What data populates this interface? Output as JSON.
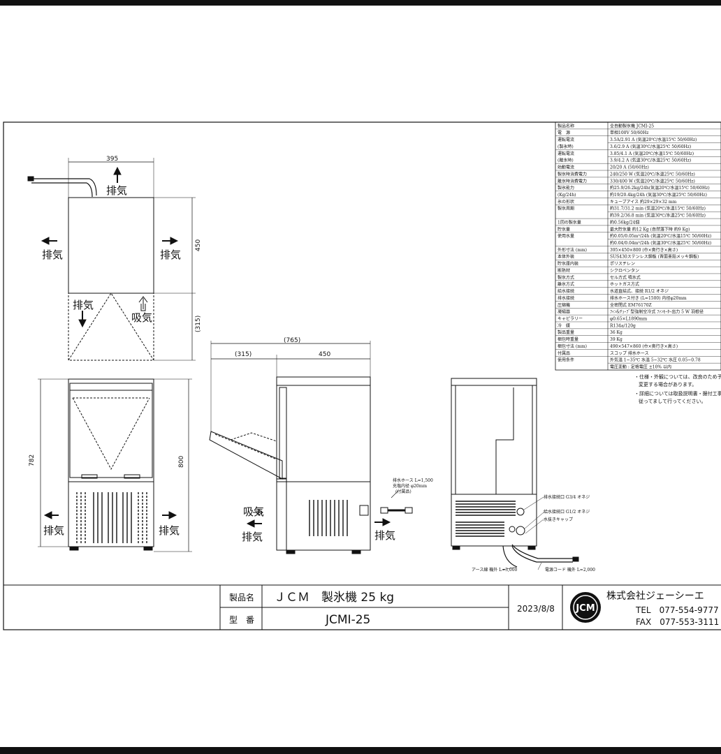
{
  "dimensions": {
    "top_width": "395",
    "top_depth": "450",
    "door_depth": "(315)",
    "overall_depth": "(765)",
    "side_door": "(315)",
    "side_body": "450",
    "height_782": "782",
    "height_800": "800"
  },
  "labels": {
    "exhaust": "排気",
    "intake": "吸気"
  },
  "callouts": {
    "drain_hose": "排水ホース L=1,500",
    "drain_inner": "充塩内径 φ20mm",
    "drain_accessory": "(付属品)",
    "drain_port": "排水接続口 G3/4 オネジ",
    "water_port": "給水接続口 G1/2 オネジ",
    "drain_cap": "水抜きキャップ",
    "earth_wire": "アース線 機外 L=3,000",
    "power_cord": "電源コード 機外 L=2,000"
  },
  "spec_table": [
    [
      "製品名称",
      "全自動製氷機 JCMI-25"
    ],
    [
      "電　源",
      "単相100V 50/60Hz"
    ],
    [
      "運転電流",
      "3.5A/2.91 A (気温20℃/水温15℃ 50/60Hz)"
    ],
    [
      "(製氷時)",
      "3.6/2.9 A (気温30℃/水温25℃ 50/60Hz)"
    ],
    [
      "運転電流",
      "3.85/4.1 A (気温20℃/水温15℃ 50/60Hz)"
    ],
    [
      "(離氷時)",
      "3.9/4.2 A (気温30℃/水温25℃ 50/60Hz)"
    ],
    [
      "始動電流",
      "20/20 A (50/60Hz)"
    ],
    [
      "製氷時消費電力",
      "240/250 W (気温20℃/水温25℃ 50/60Hz)"
    ],
    [
      "離氷時消費電力",
      "330/400 W (気温20℃/水温25℃ 50/60Hz)"
    ],
    [
      "製氷能力",
      "約25.9/26.2kg/24h(気温20℃/水温15℃ 50/60Hz)"
    ],
    [
      "(Kg/24h)",
      "約19/20.4kg/24h (気温30℃/水温25℃ 50/60Hz)"
    ],
    [
      "氷の形状",
      "キューブアイス 約29×29×32 mm"
    ],
    [
      "製氷周期",
      "約31.7/31.2 min (気温20℃/水温15℃ 50/60Hz)"
    ],
    [
      "",
      "約39.2/36.8 min (気温30℃/水温25℃ 50/60Hz)"
    ],
    [
      "1回の製氷量",
      "約0.56kg/24個"
    ],
    [
      "貯氷量",
      "最大貯氷量 約12 Kg (自然落下時 約9 Kg)"
    ],
    [
      "使用水量",
      "約0.05/0.05m³/24h (気温20℃/水温15℃ 50/60Hz)"
    ],
    [
      "",
      "約0.04/0.04m³/24h (気温30℃/水温25℃ 50/60Hz)"
    ],
    [
      "外形寸法 (mm)",
      "395×450×800 (巾×奥行き×高さ)"
    ],
    [
      "本体外装",
      "SUS430ステンレス鋼板 (背面亜鉛メッキ鋼板)"
    ],
    [
      "貯氷庫内装",
      "ポリスチレン"
    ],
    [
      "断熱材",
      "シクロペンタン"
    ],
    [
      "製氷方式",
      "セル方式 噴水式"
    ],
    [
      "離氷方式",
      "ホットガス方式"
    ],
    [
      "給水接続",
      "水道直結式、接続 R1/2 オネジ"
    ],
    [
      "排水接続",
      "排水ホース付き (L=1500) 内径φ20mm"
    ],
    [
      "圧縮機",
      "全密閉式 EM76170Z"
    ],
    [
      "凝縮器",
      "ﾌｨﾝ&ﾁｭｰﾌﾞ型強制空冷式 ﾌｧﾝﾓｰﾀｰ出力 5 W 羽根径"
    ],
    [
      "キャピラリー",
      "φ0.65×L1890mm"
    ],
    [
      "冷　媒",
      "R134a/120g"
    ],
    [
      "製品重量",
      "36 Kg"
    ],
    [
      "梱包時重量",
      "39 Kg"
    ],
    [
      "梱包寸法 (mm)",
      "490×547×860 (巾×奥行き×高さ)"
    ],
    [
      "付属品",
      "スコップ 排水ホース"
    ],
    [
      "使用条件",
      "外気温 1~35℃ 水温 5~32℃ 水圧 0.05~0.78"
    ],
    [
      "",
      "電圧変動 : 定格電圧 ±10% 以内"
    ]
  ],
  "notes": [
    "・仕様・外観については、改良のため予告なく",
    "変更する場合があります。",
    "・詳細については取扱説明書・据付工事説明書に",
    "従ってまして行ってください。"
  ],
  "title_block": {
    "product_name_label": "製品名",
    "product_name": "ＪＣＭ　製氷機 25 kg",
    "model_label": "型　番",
    "model": "JCMI-25",
    "date": "2023/8/8",
    "company": "株式会社ジェーシーエ",
    "tel": "TEL　077-554-9777",
    "fax": "FAX　077-553-3111",
    "logo_text": "JCM"
  }
}
